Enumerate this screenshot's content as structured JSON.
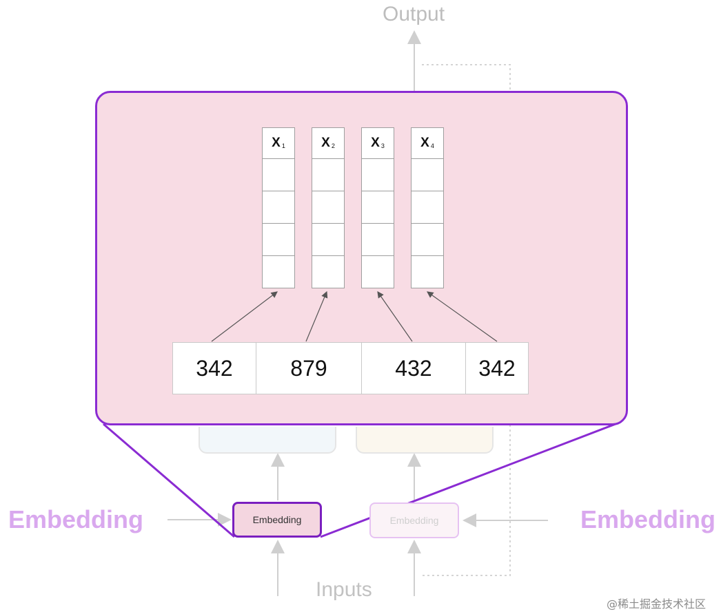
{
  "output_label": "Output",
  "inputs_label": "Inputs",
  "left_label": "Embedding",
  "right_label": "Embedding",
  "embedding_box_left": "Embedding",
  "embedding_box_right": "Embedding",
  "vectors": [
    {
      "name": "X",
      "sub": "1"
    },
    {
      "name": "X",
      "sub": "2"
    },
    {
      "name": "X",
      "sub": "3"
    },
    {
      "name": "X",
      "sub": "4"
    }
  ],
  "tokens": [
    "342",
    "879",
    "432",
    "342"
  ],
  "watermark": "@稀土掘金技术社区",
  "colors": {
    "panel_fill": "#f8dce4",
    "panel_border": "#8a2bd2",
    "label_color": "#d9a8ee"
  }
}
